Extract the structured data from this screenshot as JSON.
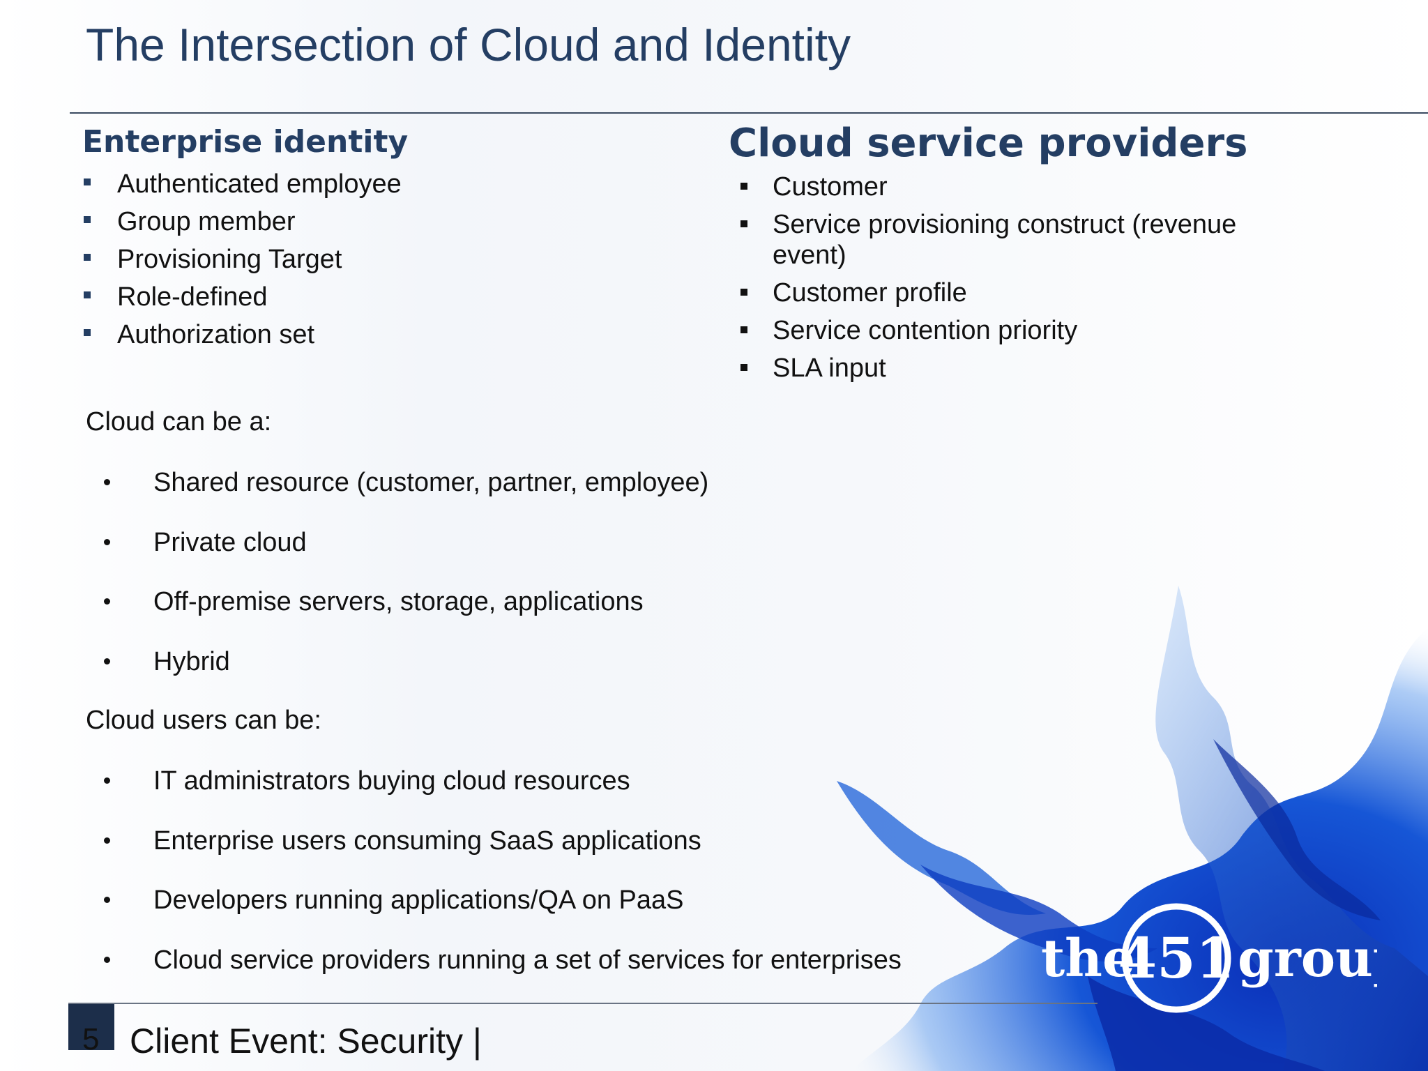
{
  "slide": {
    "title": "The Intersection of Cloud and Identity",
    "left_column": {
      "heading": "Enterprise identity",
      "items": [
        "Authenticated employee",
        "Group member",
        "Provisioning Target",
        "Role-defined",
        "Authorization set"
      ]
    },
    "right_column": {
      "heading": "Cloud service providers",
      "items": [
        "Customer",
        "Service provisioning construct (revenue event)",
        "Customer profile",
        "Service contention priority",
        "SLA input"
      ]
    },
    "cloud_can_be": {
      "label": "Cloud can be a:",
      "items": [
        "Shared resource (customer, partner, employee)",
        "Private cloud",
        "Off-premise servers, storage, applications",
        "Hybrid"
      ]
    },
    "cloud_users": {
      "label": "Cloud users can be:",
      "items": [
        "IT administrators buying cloud resources",
        "Enterprise users consuming SaaS applications",
        "Developers running applications/QA on PaaS",
        "Cloud service providers running a set of services for enterprises"
      ]
    },
    "logo": {
      "prefix": "the",
      "number": "451",
      "suffix": "group"
    },
    "footer": {
      "page_number": "5",
      "text": "Client Event: Security |"
    }
  },
  "colors": {
    "title": "#243e63",
    "accent_box": "#1c2e4a",
    "smoke_blue": "#1656d6"
  },
  "icons": [
    "square-bullet-icon",
    "round-bullet-icon",
    "blue-smoke-graphic",
    "the-451-group-logo"
  ]
}
